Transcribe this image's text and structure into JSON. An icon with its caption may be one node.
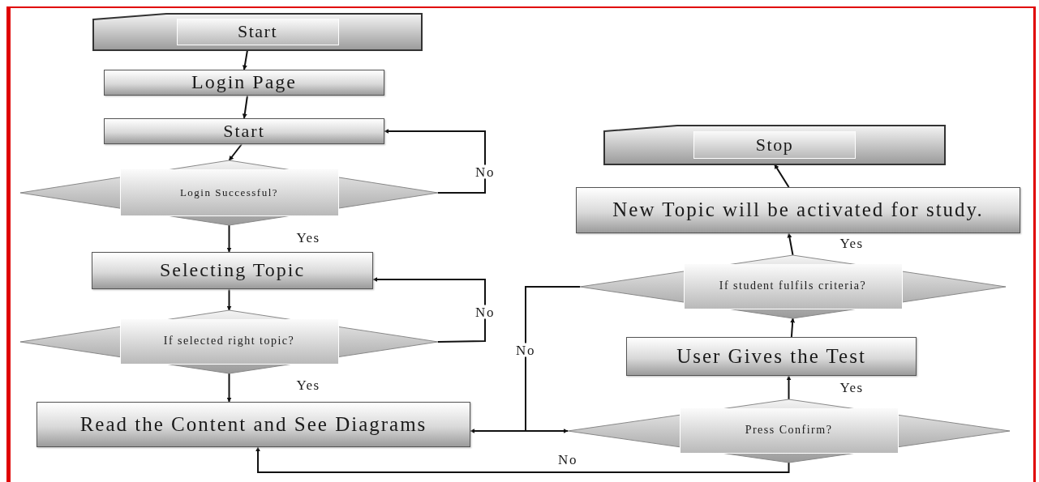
{
  "diagram": {
    "nodes": [
      {
        "text": [
          "Start"
        ]
      },
      {
        "text": [
          "Login Page"
        ]
      },
      {
        "text": [
          "Start"
        ]
      },
      {
        "text": [
          "Login Successful?"
        ]
      },
      {
        "text": [
          "Selecting Topic"
        ]
      },
      {
        "text": [
          "If selected right topic?"
        ]
      },
      {
        "text": [
          "Read the Content and See Diagrams"
        ]
      },
      {
        "text": [
          "Press Confirm?"
        ]
      },
      {
        "text": [
          "User Gives the Test"
        ]
      },
      {
        "text": [
          "If student fulfils criteria?"
        ]
      },
      {
        "text": [
          "New Topic will be activated for study."
        ]
      },
      {
        "text": [
          "Stop"
        ]
      }
    ],
    "edges": [
      {
        "from": 0,
        "to": 1,
        "arrow": "to"
      },
      {
        "from": 1,
        "to": 2,
        "arrow": "to"
      },
      {
        "from": 2,
        "to": 3,
        "arrow": "to"
      },
      {
        "from": 3,
        "to": 2,
        "arrow": "to",
        "label": "No"
      },
      {
        "from": 3,
        "to": 4,
        "arrow": "to",
        "label": "Yes"
      },
      {
        "from": 4,
        "to": 5,
        "arrow": "to"
      },
      {
        "from": 5,
        "to": 4,
        "arrow": "to",
        "label": "No"
      },
      {
        "from": 5,
        "to": 6,
        "arrow": "to",
        "label": "Yes"
      },
      {
        "from": 6,
        "to": 7,
        "arrow": "to"
      },
      {
        "from": 9,
        "to": 6,
        "arrow": "to",
        "label": "No"
      },
      {
        "from": 7,
        "to": 6,
        "arrow": "to",
        "label": "No"
      },
      {
        "from": 7,
        "to": 8,
        "arrow": "to",
        "label": "Yes"
      },
      {
        "from": 8,
        "to": 9,
        "arrow": "to"
      },
      {
        "from": 9,
        "to": 10,
        "arrow": "to",
        "label": "Yes"
      },
      {
        "from": 10,
        "to": 11,
        "arrow": "to"
      }
    ]
  }
}
